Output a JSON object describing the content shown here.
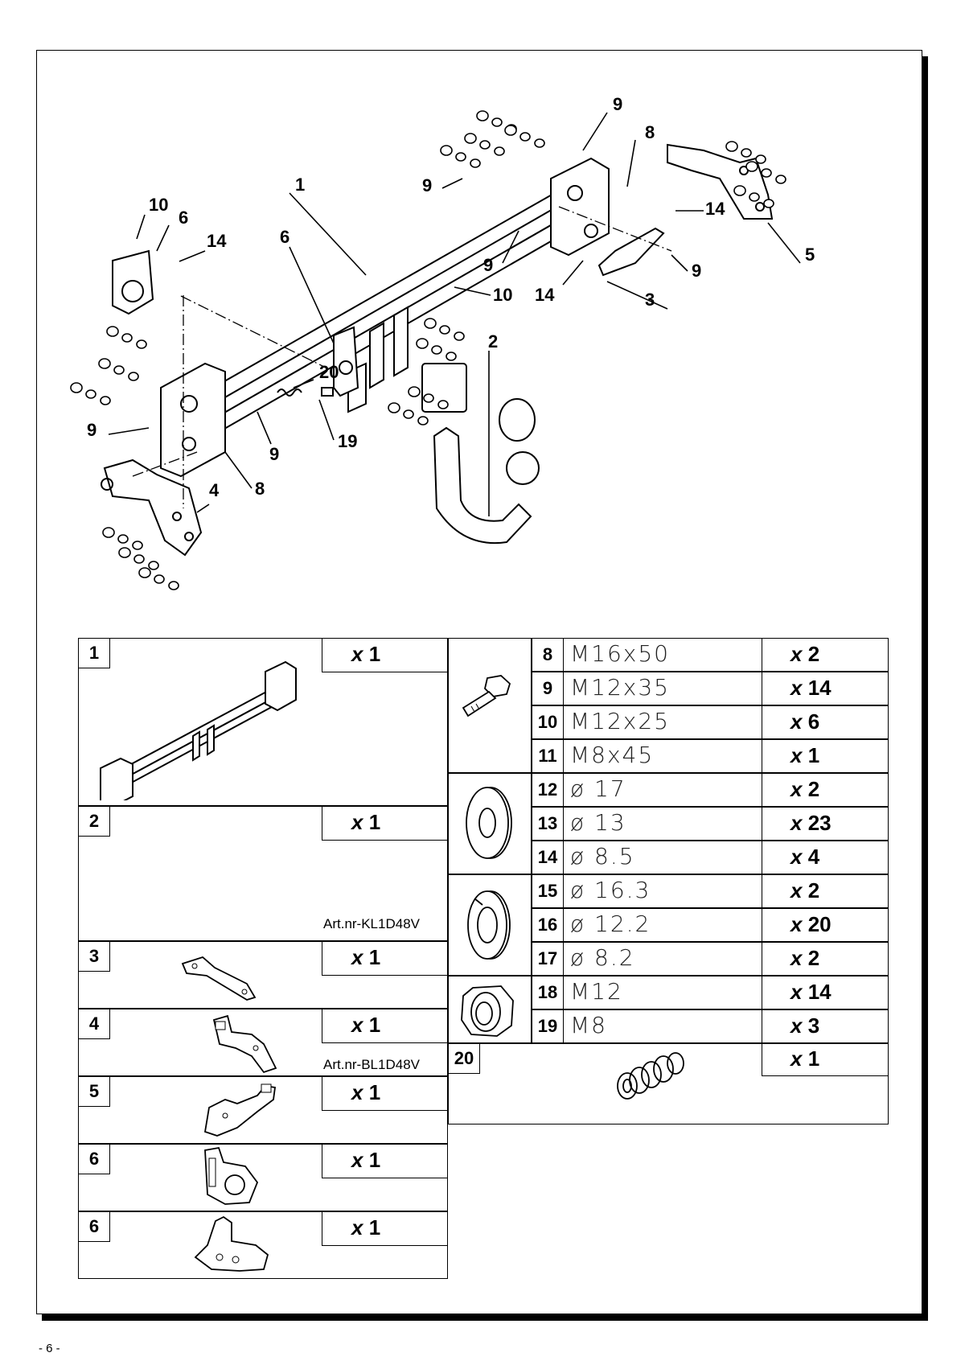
{
  "page": {
    "number": "- 6 -"
  },
  "callouts": {
    "c1": "1",
    "c2": "2",
    "c3": "3",
    "c4": "4",
    "c5": "5",
    "c6a": "6",
    "c6b": "6",
    "c8a": "8",
    "c8b": "8",
    "c9a": "9",
    "c9b": "9",
    "c9c": "9",
    "c9d": "9",
    "c9e": "9",
    "c9f": "9",
    "c10a": "10",
    "c10b": "10",
    "c14a": "14",
    "c14b": "14",
    "c14c": "14",
    "c19": "19",
    "c20": "20"
  },
  "parts": [
    {
      "no": "1",
      "qty_x": "x",
      "qty_n": "1",
      "art": ""
    },
    {
      "no": "2",
      "qty_x": "x",
      "qty_n": "1",
      "art": "Art.nr-KL1D48V"
    },
    {
      "no": "3",
      "qty_x": "x",
      "qty_n": "1",
      "art": ""
    },
    {
      "no": "4",
      "qty_x": "x",
      "qty_n": "1",
      "art": "Art.nr-BL1D48V"
    },
    {
      "no": "5",
      "qty_x": "x",
      "qty_n": "1",
      "art": ""
    },
    {
      "no": "6",
      "qty_x": "x",
      "qty_n": "1",
      "art": ""
    },
    {
      "no": "6",
      "qty_x": "x",
      "qty_n": "1",
      "art": ""
    }
  ],
  "hardware": [
    {
      "no": "8",
      "size": "M16x50",
      "qty_x": "x",
      "qty_n": "2"
    },
    {
      "no": "9",
      "size": "M12x35",
      "qty_x": "x",
      "qty_n": "14"
    },
    {
      "no": "10",
      "size": "M12x25",
      "qty_x": "x",
      "qty_n": "6"
    },
    {
      "no": "11",
      "size": "M8x45",
      "qty_x": "x",
      "qty_n": "1"
    },
    {
      "no": "12",
      "size": "ø 17",
      "qty_x": "x",
      "qty_n": "2"
    },
    {
      "no": "13",
      "size": "ø 13",
      "qty_x": "x",
      "qty_n": "23"
    },
    {
      "no": "14",
      "size": "ø 8.5",
      "qty_x": "x",
      "qty_n": "4"
    },
    {
      "no": "15",
      "size": "ø 16.3",
      "qty_x": "x",
      "qty_n": "2"
    },
    {
      "no": "16",
      "size": "ø 12.2",
      "qty_x": "x",
      "qty_n": "20"
    },
    {
      "no": "17",
      "size": "ø 8.2",
      "qty_x": "x",
      "qty_n": "2"
    },
    {
      "no": "18",
      "size": "M12",
      "qty_x": "x",
      "qty_n": "14"
    },
    {
      "no": "19",
      "size": "M8",
      "qty_x": "x",
      "qty_n": "3"
    }
  ],
  "spring": {
    "no": "20",
    "qty_x": "x",
    "qty_n": "1"
  }
}
